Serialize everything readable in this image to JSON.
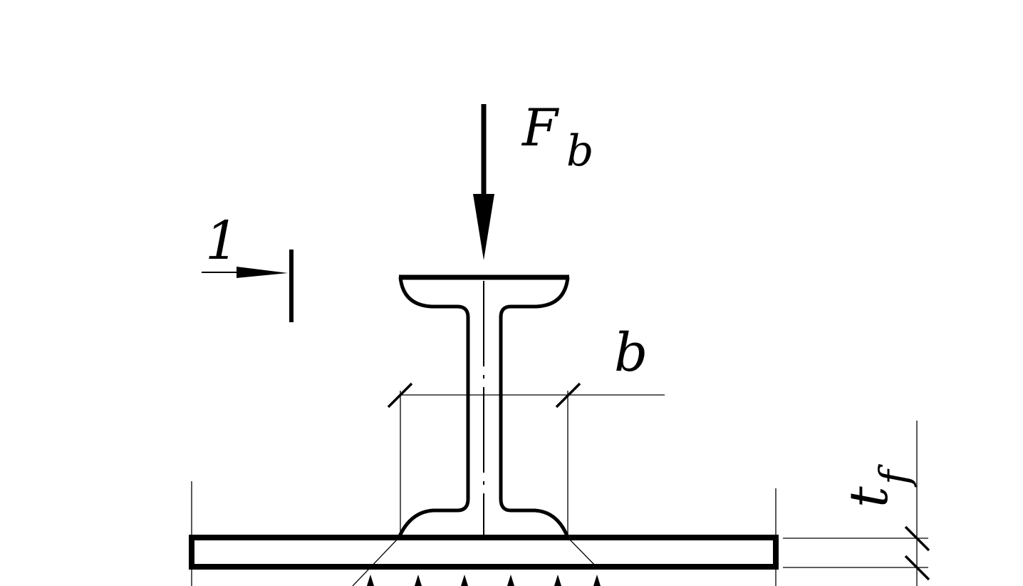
{
  "labels": {
    "force_main": "F",
    "force_sub": "b",
    "section_mark": "1",
    "width": "b",
    "thickness_main": "t",
    "thickness_sub": "f"
  },
  "colors": {
    "ink": "#000000",
    "background": "#ffffff"
  }
}
